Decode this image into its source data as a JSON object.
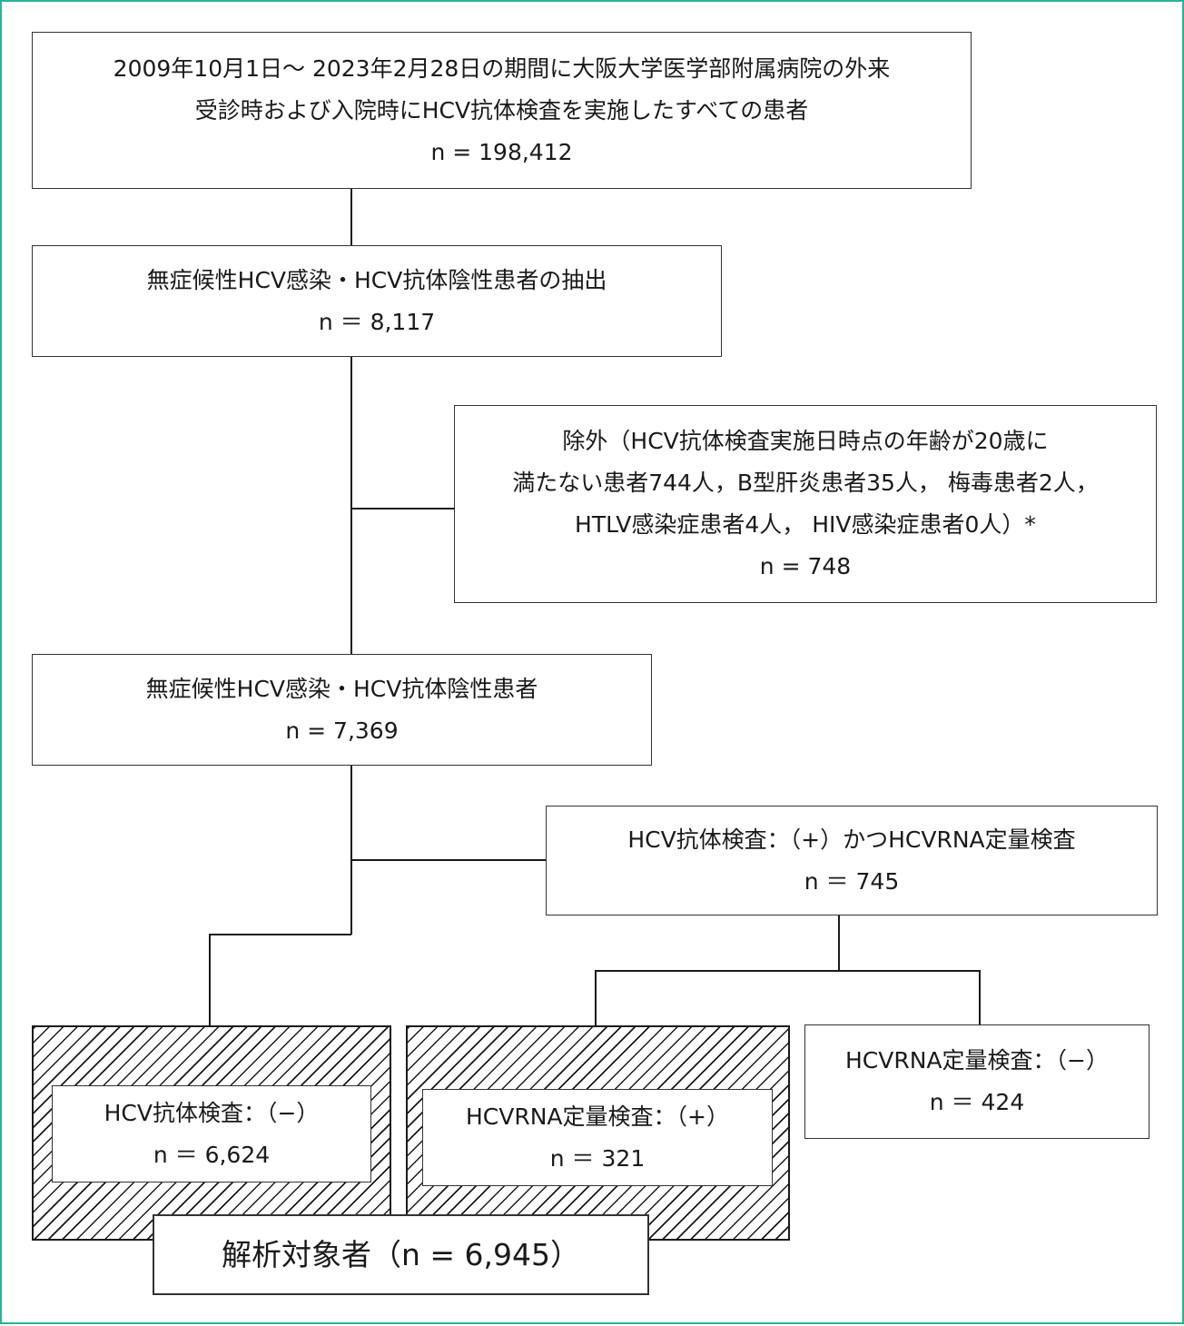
{
  "border_color": "#2ab39a",
  "hatch_color": "#1a1a1a",
  "boxes": {
    "all_patients": {
      "line1": "2009年10月1日～ 2023年2月28日の期間に大阪大学医学部附属病院の外来",
      "line2": "受診時および入院時にHCV抗体検査を実施したすべての患者",
      "n": "n = 198,412"
    },
    "extracted": {
      "line1": "無症候性HCV感染・HCV抗体陰性患者の抽出",
      "n": "n ＝ 8,117"
    },
    "excluded": {
      "line1": "除外（HCV抗体検査実施日時点の年齢が20歳に",
      "line2": "満たない患者744人，B型肝炎患者35人， 梅毒患者2人，",
      "line3": "HTLV感染症患者4人， HIV感染症患者0人）*",
      "n": "n = 748"
    },
    "cohort": {
      "line1": "無症候性HCV感染・HCV抗体陰性患者",
      "n": "n = 7,369"
    },
    "antibody_positive": {
      "line1": "HCV抗体検査：（+）かつHCVRNA定量検査",
      "n": "n ＝ 745"
    },
    "antibody_negative": {
      "line1": "HCV抗体検査：（−）",
      "n": "n ＝ 6,624"
    },
    "rna_positive": {
      "line1": "HCVRNA定量検査：（+）",
      "n": "n ＝ 321"
    },
    "rna_negative": {
      "line1": "HCVRNA定量検査：（−）",
      "n": "n ＝ 424"
    },
    "analysis": {
      "label": "解析対象者（n = 6,945）"
    }
  }
}
